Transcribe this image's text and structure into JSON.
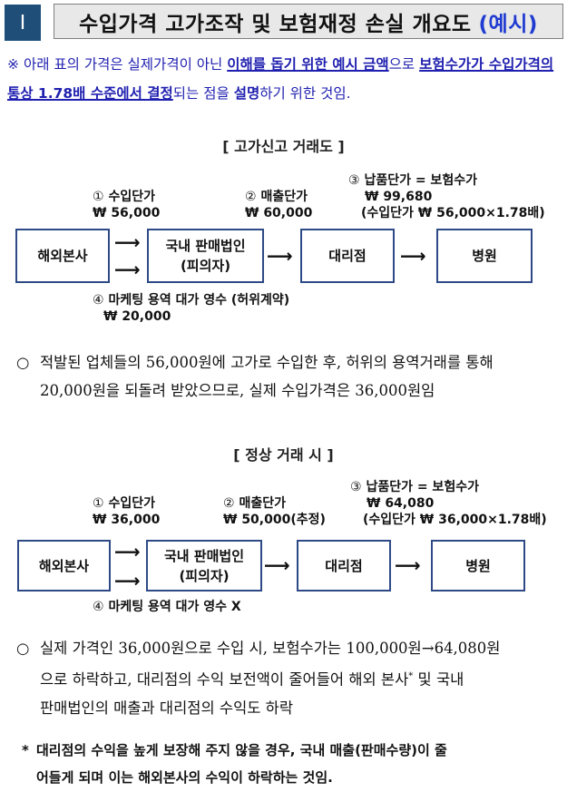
{
  "header": {
    "number": "Ⅰ",
    "title": "수입가격 고가조작 및 보험재정 손실 개요도",
    "title_suffix": "(예시)"
  },
  "note": {
    "mark": "※",
    "part1": "아래 표의 가격은 실제가격이 아닌 ",
    "emph1": "이해를 돕기 위한 예시 금액",
    "part2": "으로 ",
    "emph2": "보험수가가 수입가격의 통상 1.78배 수준에서 결정",
    "part3": "되는 점을 ",
    "emph3": "설명",
    "part4": "하기 위한 것임."
  },
  "diagram_high": {
    "title": "[ 고가신고 거래도 ]",
    "label1": {
      "num": "①",
      "name": "수입단가",
      "value": "₩ 56,000"
    },
    "label2": {
      "num": "②",
      "name": "매출단가",
      "value": "₩ 60,000"
    },
    "label3": {
      "num": "③",
      "name": "납품단가 = 보험수가",
      "value": "₩ 99,680",
      "calc": "(수입단가 ₩ 56,000×1.78배)"
    },
    "label4": {
      "num": "④",
      "name": "마케팅 용역 대가 영수 (허위계약)",
      "value": "₩ 20,000"
    },
    "boxes": [
      "해외본사",
      "국내 판매법인",
      "(피의자)",
      "대리점",
      "병원"
    ],
    "arrow": "⟶"
  },
  "para1": {
    "bullet": "○",
    "line1": "적발된 업체들의 56,000원에 고가로 수입한 후, 허위의 용역거래를 통해",
    "line2": "20,000원을 되돌려 받았으므로, 실제 수입가격은 36,000원임"
  },
  "diagram_normal": {
    "title": "[ 정상 거래 시 ]",
    "label1": {
      "num": "①",
      "name": "수입단가",
      "value": "₩ 36,000"
    },
    "label2": {
      "num": "②",
      "name": "매출단가",
      "value": "₩ 50,000(추정)"
    },
    "label3": {
      "num": "③",
      "name": "납품단가 = 보험수가",
      "value": "₩ 64,080",
      "calc": "(수입단가 ₩ 36,000×1.78배)"
    },
    "label4": {
      "num": "④",
      "name": "마케팅 용역 대가 영수 X"
    },
    "boxes": [
      "해외본사",
      "국내 판매법인",
      "(피의자)",
      "대리점",
      "병원"
    ],
    "arrow": "⟶"
  },
  "para2": {
    "bullet": "○",
    "line1": "실제 가격인 36,000원으로 수입 시, 보험수가는 100,000원→64,080원",
    "line2a": "으로 하락하고, 대리점의 수익 보전액이 줄어들어 해외 본사",
    "line2_sup": "*",
    "line2b": " 및 국내",
    "line3": "판매법인의 매출과 대리점의 수익도 하락"
  },
  "footnote": {
    "mark": "*",
    "line1": "대리점의 수익을 높게 보장해 주지 않을 경우, 국내 매출(판매수량)이 줄",
    "line2": "어들게 되며 이는 해외본사의 수익이 하락하는 것임."
  }
}
